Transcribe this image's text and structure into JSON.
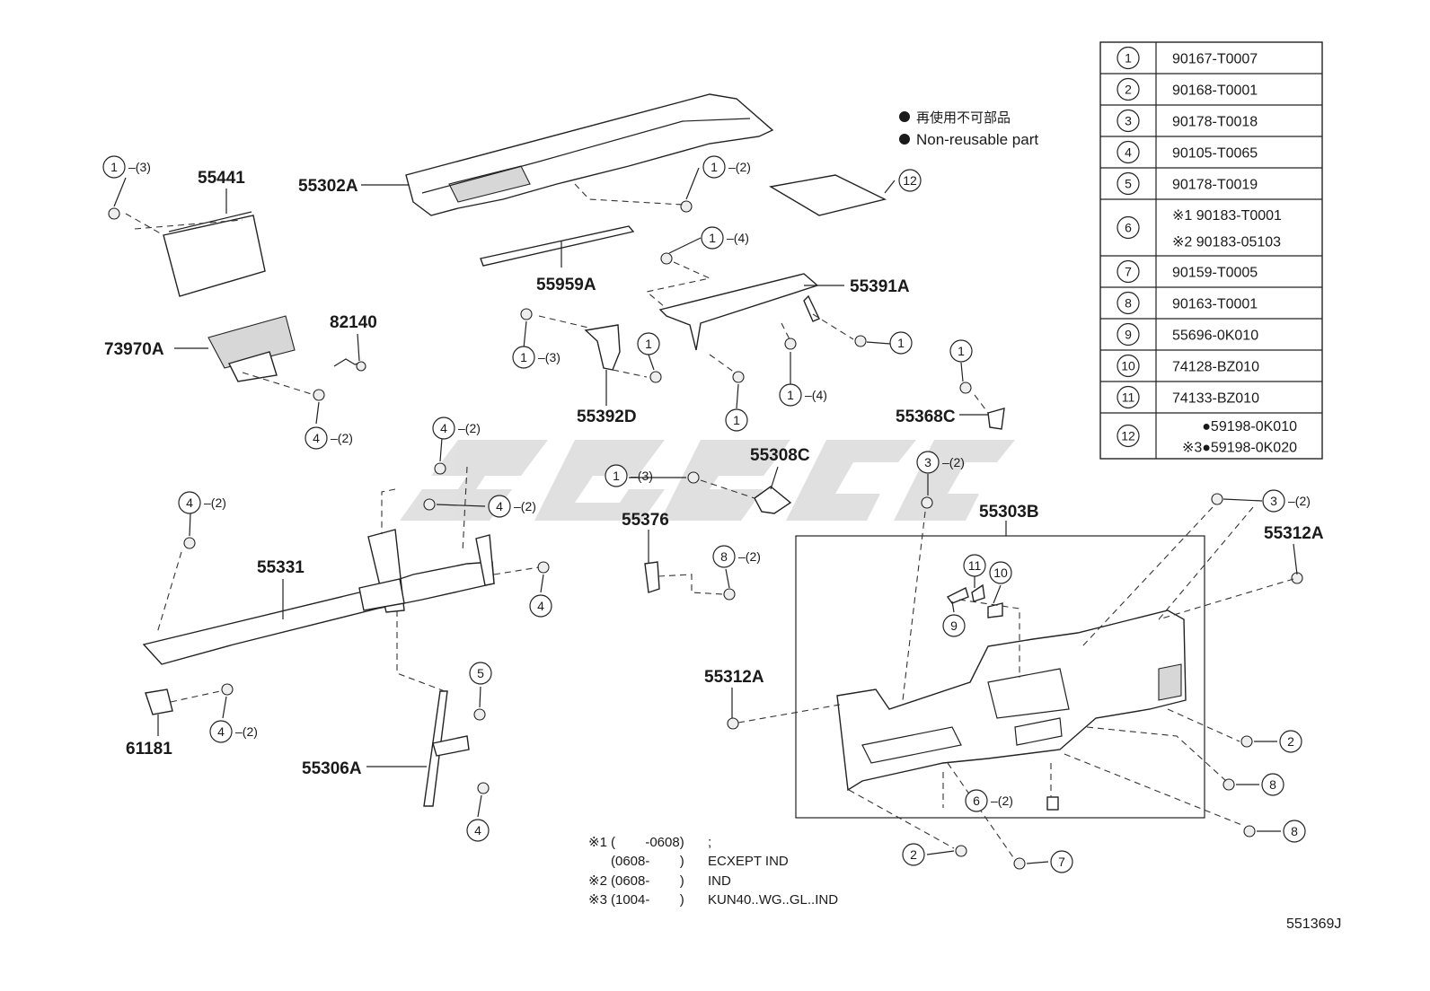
{
  "legend": {
    "jp": "再使用不可部品",
    "en": "Non-reusable part"
  },
  "parts_table": [
    {
      "num": "1",
      "lines": [
        "90167-T0007"
      ]
    },
    {
      "num": "2",
      "lines": [
        "90168-T0001"
      ]
    },
    {
      "num": "3",
      "lines": [
        "90178-T0018"
      ]
    },
    {
      "num": "4",
      "lines": [
        "90105-T0065"
      ]
    },
    {
      "num": "5",
      "lines": [
        "90178-T0019"
      ]
    },
    {
      "num": "6",
      "lines": [
        "※1 90183-T0001",
        "※2 90183-05103"
      ]
    },
    {
      "num": "7",
      "lines": [
        "90159-T0005"
      ]
    },
    {
      "num": "8",
      "lines": [
        "90163-T0001"
      ]
    },
    {
      "num": "9",
      "lines": [
        "55696-0K010"
      ]
    },
    {
      "num": "10",
      "lines": [
        "74128-BZ010"
      ]
    },
    {
      "num": "11",
      "lines": [
        "74133-BZ010"
      ]
    },
    {
      "num": "12",
      "lines": [
        "●59198-0K010",
        "※3●59198-0K020"
      ]
    }
  ],
  "part_labels": {
    "p55441": "55441",
    "p55302A": "55302A",
    "p55959A": "55959A",
    "p55391A": "55391A",
    "p73970A": "73970A",
    "p82140": "82140",
    "p55392D": "55392D",
    "p55368C": "55368C",
    "p55308C": "55308C",
    "p55376": "55376",
    "p55331": "55331",
    "p55303B": "55303B",
    "p55312A_right": "55312A",
    "p55312A_left": "55312A",
    "p61181": "61181",
    "p55306A": "55306A"
  },
  "callouts": {
    "c1_3_a": {
      "num": "1",
      "qty": "(3)"
    },
    "c1_2": {
      "num": "1",
      "qty": "(2)"
    },
    "c12": {
      "num": "12",
      "qty": ""
    },
    "c1_4_top": {
      "num": "1",
      "qty": "(4)"
    },
    "c1_3_b": {
      "num": "1",
      "qty": "(3)"
    },
    "c1_a": {
      "num": "1",
      "qty": ""
    },
    "c1_b": {
      "num": "1",
      "qty": ""
    },
    "c1_4_b": {
      "num": "1",
      "qty": "(4)"
    },
    "c1_c": {
      "num": "1",
      "qty": ""
    },
    "c1_d": {
      "num": "1",
      "qty": ""
    },
    "c4_2_a": {
      "num": "4",
      "qty": "(2)"
    },
    "c4_2_b": {
      "num": "4",
      "qty": "(2)"
    },
    "c4_2_c": {
      "num": "4",
      "qty": "(2)"
    },
    "c4_2_d": {
      "num": "4",
      "qty": "(2)"
    },
    "c1_3_c": {
      "num": "1",
      "qty": "(3)"
    },
    "c3_2_a": {
      "num": "3",
      "qty": "(2)"
    },
    "c3_2_b": {
      "num": "3",
      "qty": "(2)"
    },
    "c4_a": {
      "num": "4",
      "qty": ""
    },
    "c8_2": {
      "num": "8",
      "qty": "(2)"
    },
    "c11": {
      "num": "11",
      "qty": ""
    },
    "c10": {
      "num": "10",
      "qty": ""
    },
    "c9": {
      "num": "9",
      "qty": ""
    },
    "c5": {
      "num": "5",
      "qty": ""
    },
    "c4_2_e": {
      "num": "4",
      "qty": "(2)"
    },
    "c4_b": {
      "num": "4",
      "qty": ""
    },
    "c2_a": {
      "num": "2",
      "qty": ""
    },
    "c8_a": {
      "num": "8",
      "qty": ""
    },
    "c8_b": {
      "num": "8",
      "qty": ""
    },
    "c6_2": {
      "num": "6",
      "qty": "(2)"
    },
    "c2_b": {
      "num": "2",
      "qty": ""
    },
    "c7": {
      "num": "7",
      "qty": ""
    }
  },
  "notes": [
    {
      "mark": "※1",
      "range": "(        -0608)",
      "desc": ";"
    },
    {
      "mark": "",
      "range": "(0608-        )",
      "desc": "ECXEPT IND"
    },
    {
      "mark": "※2",
      "range": "(0608-        )",
      "desc": "IND"
    },
    {
      "mark": "※3",
      "range": "(1004-        )",
      "desc": "KUN40..WG..GL..IND"
    }
  ],
  "figure_id": "551369J",
  "watermark": "SGC"
}
